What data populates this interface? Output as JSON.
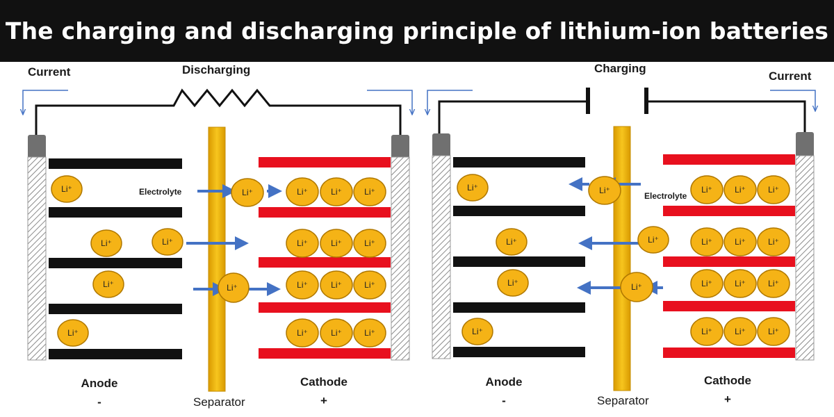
{
  "title": "The charging and discharging principle of lithium-ion batteries",
  "colors": {
    "title_bg": "#111111",
    "cathode_plate": "#e8101e",
    "anode_plate": "#111111",
    "separator": "#f0b400",
    "ion_fill": "#f5b316",
    "arrow": "#4472c4",
    "wire": "#111111",
    "terminal": "#707070"
  },
  "discharging": {
    "mode_label": "Discharging",
    "current_label": "Current",
    "electrolyte_label": "Electrolyte",
    "separator_label": "Separator",
    "anode_label": "Anode",
    "anode_sign": "-",
    "cathode_label": "Cathode",
    "cathode_sign": "+",
    "ion_label": "Li⁺"
  },
  "charging": {
    "mode_label": "Charging",
    "current_label": "Current",
    "electrolyte_label": "Electrolyte",
    "separator_label": "Separator",
    "anode_label": "Anode",
    "anode_sign": "-",
    "cathode_label": "Cathode",
    "cathode_sign": "+",
    "ion_label": "Li⁺"
  }
}
